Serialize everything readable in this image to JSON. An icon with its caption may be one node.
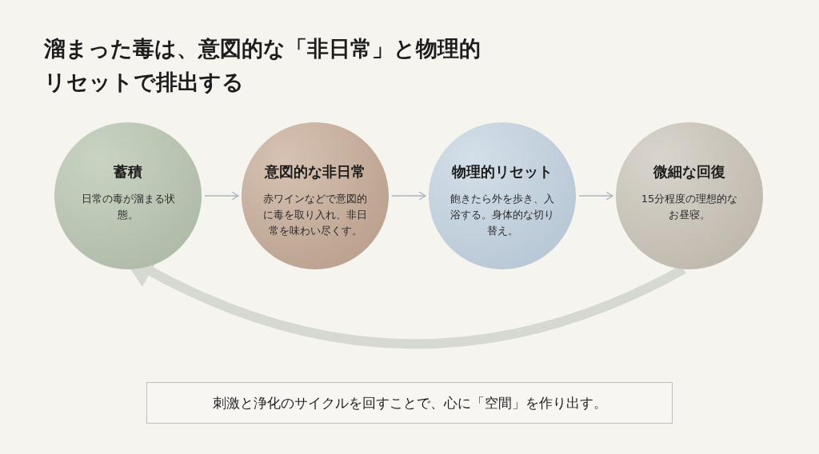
{
  "diagram": {
    "title": "溜まった毒は、意図的な「非日常」と物理的リセットで排出する",
    "nodes": [
      {
        "text": [
          "蓄積",
          "日常の毒が溜まる状態。"
        ]
      },
      {
        "text": [
          "意図的な非日常",
          "赤ワインなどで意図的に毒を取り入れ、非日常を味わい尽くす。"
        ]
      },
      {
        "text": [
          "物理的リセット",
          "飽きたら外を歩き、入浴する。身体的な切り替え。"
        ]
      },
      {
        "text": [
          "微細な回復",
          "15分程度の理想的なお昼寝。"
        ]
      },
      {
        "text": [
          "刺激と浄化のサイクルを回すことで、心に「空間」を作り出す。"
        ]
      }
    ],
    "edges": [
      {
        "from": 0,
        "to": 1,
        "arrow": "to"
      },
      {
        "from": 1,
        "to": 2,
        "arrow": "to"
      },
      {
        "from": 2,
        "to": 3,
        "arrow": "to"
      },
      {
        "from": 3,
        "to": 0,
        "arrow": "to",
        "style": "thick",
        "color": "#d6d9d0"
      }
    ]
  }
}
